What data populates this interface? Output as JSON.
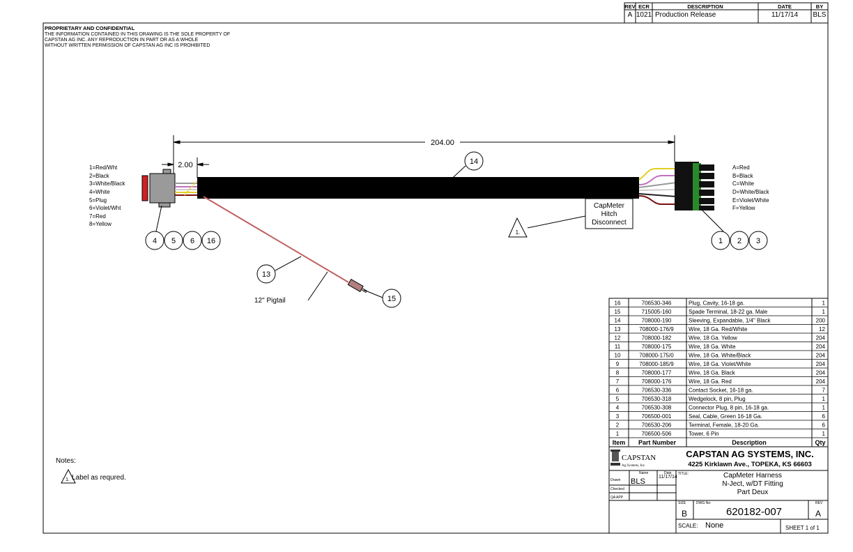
{
  "header": {
    "confidential_title": "PROPRIETARY AND CONFIDENTIAL",
    "confidential_lines": [
      "THE INFORMATION CONTAINED IN THIS DRAWING IS THE SOLE PROPERTY OF",
      "CAPSTAN AG INC. ANY REPRODUCTION IN PART OR AS A WHOLE",
      "WITHOUT WRITTEN PERMISSION OF CAPSTAN AG INC IS PROHIBITED"
    ]
  },
  "revision_table": {
    "headers": [
      "REV",
      "ECR",
      "DESCRIPTION",
      "DATE",
      "BY"
    ],
    "rows": [
      [
        "A",
        "1021",
        "Production Release",
        "11/17/14",
        "BLS"
      ]
    ]
  },
  "drawing": {
    "overall_length": "204.00",
    "strip_length": "2.00",
    "left_pinout": [
      "1=Red/Wht",
      "2=Black",
      "3=White/Black",
      "4=White",
      "5=Plug",
      "6=Violet/Wht",
      "7=Red",
      "8=Yellow"
    ],
    "right_pinout": [
      "A=Red",
      "B=Black",
      "C=White",
      "D=White/Black",
      "E=Violet/White",
      "F=Yellow"
    ],
    "balloons": {
      "b1": "1",
      "b2": "2",
      "b3": "3",
      "b4": "4",
      "b5": "5",
      "b6": "6",
      "b13": "13",
      "b14": "14",
      "b15": "15",
      "b16": "16"
    },
    "label_lines": [
      "CapMeter",
      "Hitch",
      "Disconnect"
    ],
    "note_flag": "1.",
    "pigtail_label": "12\" Pigtail",
    "colors": {
      "sleeve": "#000000",
      "connector_gray": "#9a9a9a",
      "seal_red": "#d02020",
      "seal_green": "#2a8a2a",
      "yellow": "#e0d020",
      "violet": "#c070c0",
      "dark_red": "#7a1010",
      "pigtail": "#c06060"
    }
  },
  "notes": {
    "title": "Notes:",
    "flag": "1.",
    "text": "Label as requred."
  },
  "bom": {
    "headers": [
      "Item",
      "Part Number",
      "Description",
      "Qty"
    ],
    "rows": [
      [
        "16",
        "706530-346",
        "Plug, Cavity, 16-18 ga.",
        "1"
      ],
      [
        "15",
        "715005-160",
        "Spade Terminal, 18-22 ga. Male",
        "1"
      ],
      [
        "14",
        "708000-190",
        "Sleeving, Expandable, 1/4\" Black",
        "200"
      ],
      [
        "13",
        "708000-176/9",
        "Wire, 18 Ga. Red/White",
        "12"
      ],
      [
        "12",
        "708000-182",
        "Wire, 18 Ga. Yellow",
        "204"
      ],
      [
        "11",
        "708000-175",
        "Wire, 18 Ga. White",
        "204"
      ],
      [
        "10",
        "708000-175/0",
        "Wire, 18 Ga. White/Black",
        "204"
      ],
      [
        "9",
        "708000-185/9",
        "Wire, 18 Ga. Violet/White",
        "204"
      ],
      [
        "8",
        "708000-177",
        "Wire, 18 Ga. Black",
        "204"
      ],
      [
        "7",
        "708000-176",
        "Wire, 18 Ga. Red",
        "204"
      ],
      [
        "6",
        "706530-336",
        "Contact Socket, 16-18 ga.",
        "7"
      ],
      [
        "5",
        "706530-318",
        "Wedgelock, 8 pin, Plug",
        "1"
      ],
      [
        "4",
        "706530-308",
        "Connector Plug, 8 pin, 16-18 ga.",
        "1"
      ],
      [
        "3",
        "706500-001",
        "Seal, Cable, Green 16-18 Ga.",
        "6"
      ],
      [
        "2",
        "706530-206",
        "Terminal, Female, 18-20 Ga.",
        "6"
      ],
      [
        "1",
        "706500-506",
        "Tower, 6 Pin",
        "1"
      ]
    ]
  },
  "title_block": {
    "logo_name": "CAPSTAN",
    "logo_sub": "Ag Systems, Inc.",
    "company": "CAPSTAN AG SYSTEMS, INC.",
    "address": "4225 Kirklawn Ave., TOPEKA, KS 66603",
    "name_label": "Name",
    "date_label": "Date",
    "drawn_label": "Drawn",
    "checked_label": "Checked",
    "qa_label": "QA APP",
    "drawn_name": "BLS",
    "drawn_date": "11/17/14",
    "title_label": "TITLE:",
    "title_lines": [
      "CapMeter Harness",
      "N-Ject, w/DT Fitting",
      "Part Deux"
    ],
    "size_label": "SIZE",
    "size": "B",
    "dwg_label": "DWG No:",
    "dwg_no": "620182-007",
    "rev_label": "REV",
    "rev": "A",
    "scale_label": "SCALE:",
    "scale": "None",
    "sheet": "SHEET 1 of 1"
  }
}
